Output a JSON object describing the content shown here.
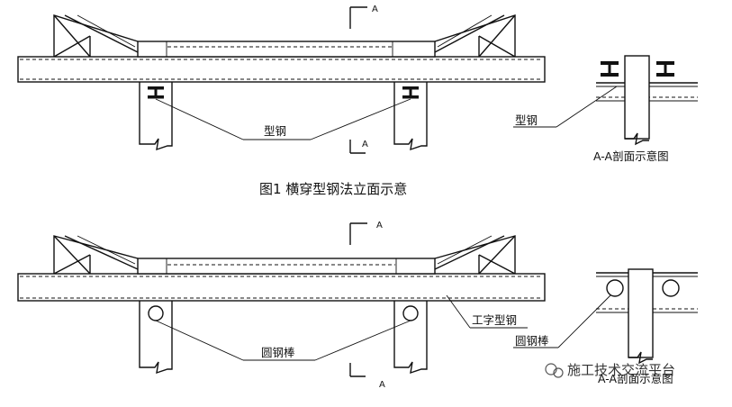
{
  "diagram": {
    "figure1": {
      "section_mark_top": "A",
      "section_mark_bottom": "A",
      "label_beam": "型钢",
      "section_title": "A-A剖面示意图",
      "section_label": "型钢",
      "caption": "图1  横穿型钢法立面示意"
    },
    "figure2": {
      "section_mark_top": "A",
      "section_mark_bottom": "A",
      "label_i_beam": "工字型钢",
      "label_rod": "圆钢棒",
      "section_label": "圆钢棒",
      "section_title": "A-A剖面示意图"
    },
    "watermark": "施工技术交流平台"
  }
}
